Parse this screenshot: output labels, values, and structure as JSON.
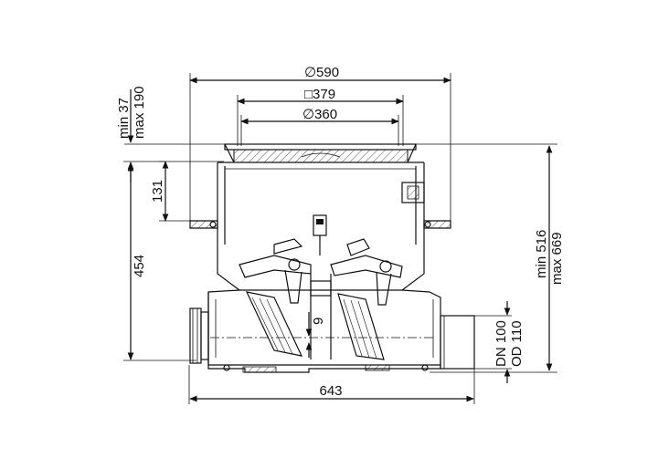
{
  "dimensions": {
    "dia_590": "∅590",
    "sq_379": "□379",
    "dia_360": "∅360",
    "min_37": "min 37",
    "max_190": "max 190",
    "d_131": "131",
    "d_454": "454",
    "d_9": "9",
    "d_643": "643",
    "min_516": "min 516",
    "max_669": "max 669",
    "dn_100": "DN 100",
    "od_110": "OD 110"
  }
}
